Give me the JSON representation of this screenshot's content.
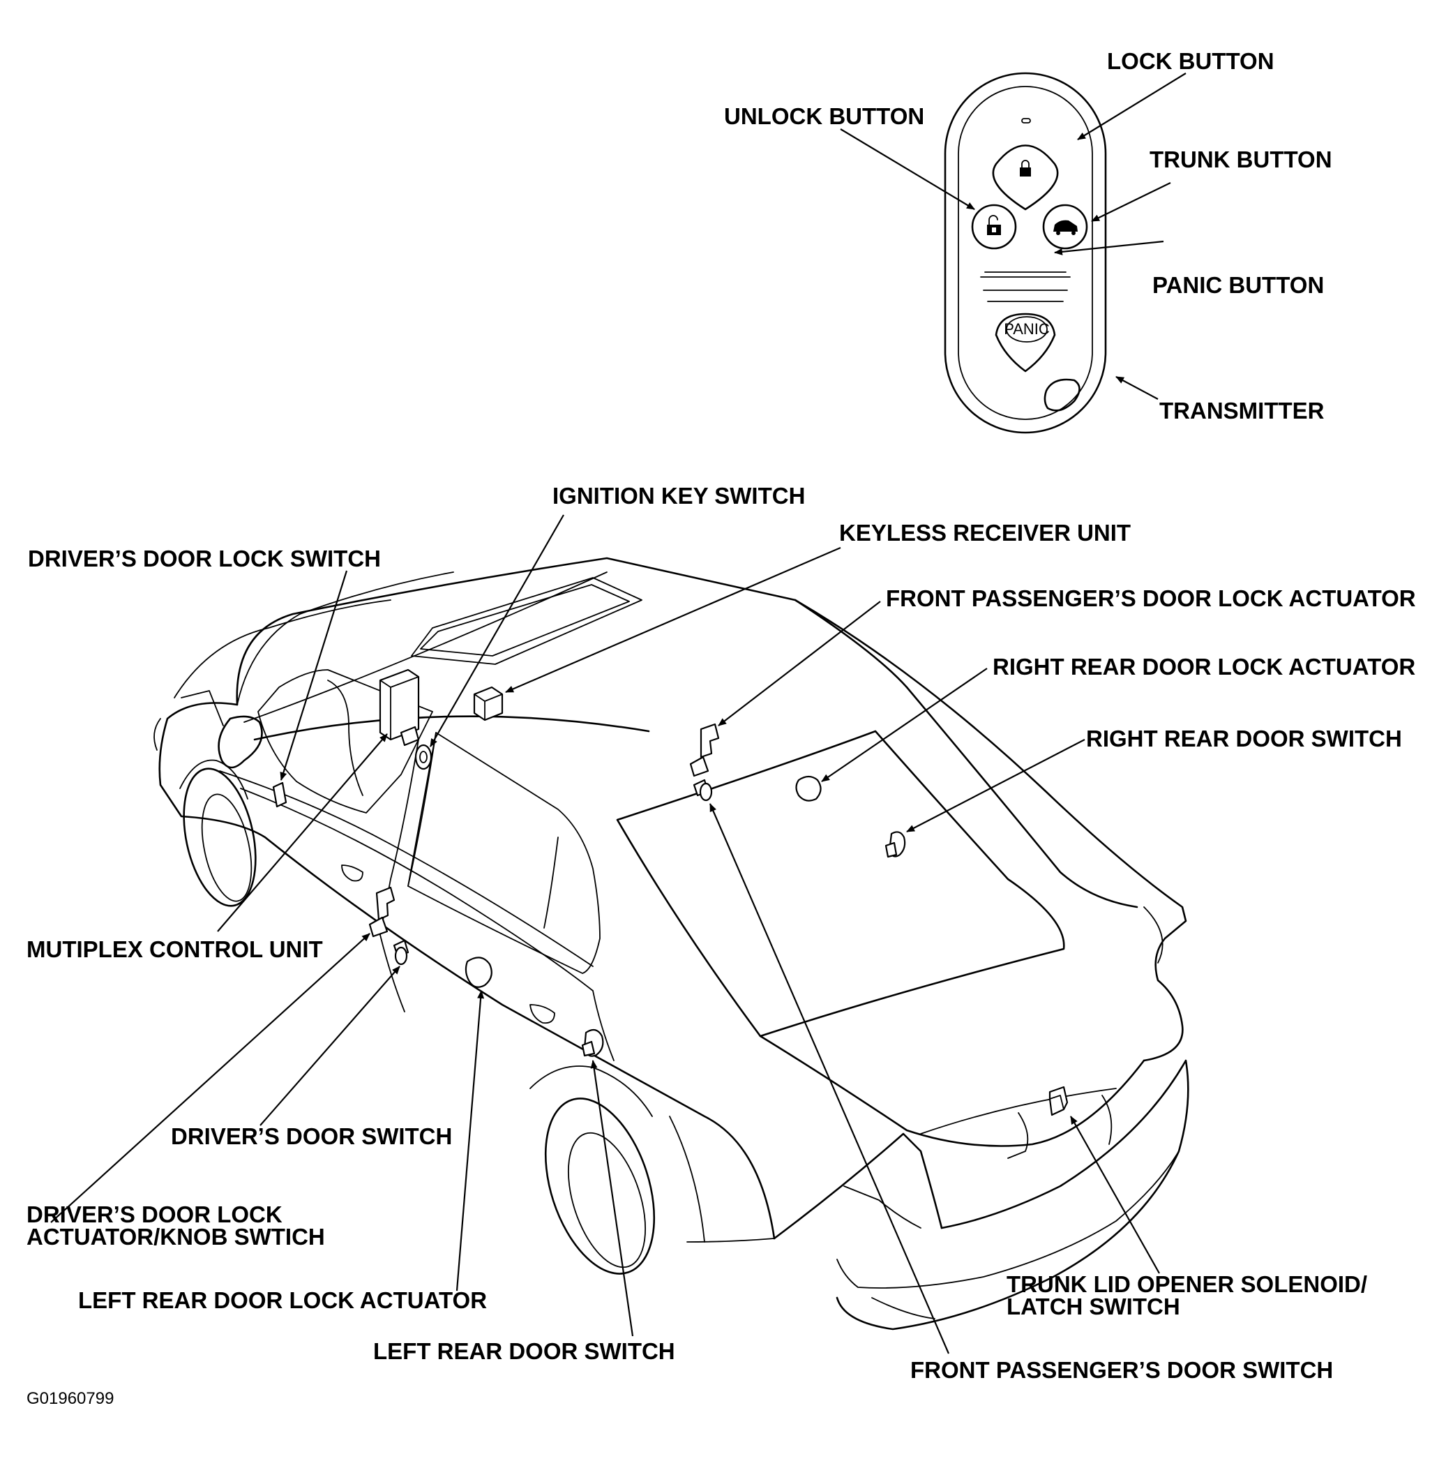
{
  "labels": {
    "lock_button": "LOCK BUTTON",
    "unlock_button": "UNLOCK BUTTON",
    "trunk_button": "TRUNK BUTTON",
    "panic_button": "PANIC BUTTON",
    "transmitter": "TRANSMITTER",
    "panic_text": "PANIC",
    "ignition_key_switch": "IGNITION KEY SWITCH",
    "keyless_receiver_unit": "KEYLESS RECEIVER UNIT",
    "drivers_door_lock_switch": "DRIVER’S DOOR LOCK SWITCH",
    "front_passenger_door_lock_actuator": "FRONT PASSENGER’S DOOR LOCK ACTUATOR",
    "right_rear_door_lock_actuator": "RIGHT REAR DOOR LOCK ACTUATOR",
    "right_rear_door_switch": "RIGHT REAR DOOR SWITCH",
    "multiplex_control_unit": "MUTIPLEX CONTROL UNIT",
    "drivers_door_switch": "DRIVER’S DOOR SWITCH",
    "drivers_door_lock_actuator_line1": "DRIVER’S DOOR LOCK",
    "drivers_door_lock_actuator_line2": "ACTUATOR/KNOB SWTICH",
    "left_rear_door_lock_actuator": "LEFT REAR DOOR LOCK ACTUATOR",
    "left_rear_door_switch": "LEFT REAR DOOR SWITCH",
    "trunk_lid_opener_line1": "TRUNK LID OPENER SOLENOID/",
    "trunk_lid_opener_line2": "LATCH SWITCH",
    "front_passenger_door_switch": "FRONT PASSENGER’S DOOR SWITCH",
    "figure_id": "G01960799"
  },
  "icons": [
    "lock-icon",
    "unlock-icon",
    "trunk-car-icon",
    "panic-icon"
  ]
}
